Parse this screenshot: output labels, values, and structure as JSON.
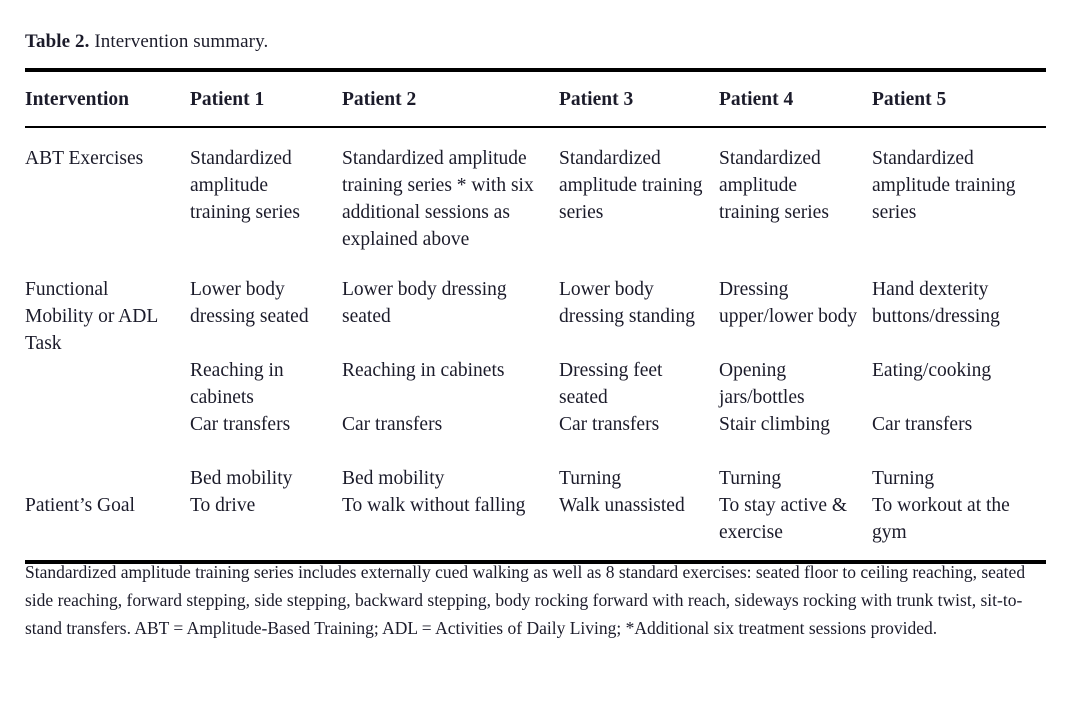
{
  "caption": {
    "label": "Table 2.",
    "text": " Intervention summary."
  },
  "table": {
    "columns": [
      "Intervention",
      "Patient 1",
      "Patient 2",
      "Patient 3",
      "Patient 4",
      "Patient 5"
    ],
    "rows": [
      {
        "header": "ABT Exercises",
        "cells": [
          "Standardized amplitude training series",
          "Standardized amplitude training series * with six additional sessions as explained above",
          "Standardized amplitude training series",
          "Standardized amplitude training series",
          "Standardized amplitude training series"
        ]
      },
      {
        "header": "Functional Mobility or ADL Task",
        "items": [
          [
            "Lower body dressing seated",
            "Reaching in cabinets",
            "Car transfers",
            "Bed mobility"
          ],
          [
            "Lower body dressing seated",
            "Reaching in cabinets",
            "Car transfers",
            "Bed mobility"
          ],
          [
            "Lower body dressing standing",
            "Dressing feet seated",
            "Car transfers",
            "Turning"
          ],
          [
            "Dressing upper/lower body",
            "Opening jars/bottles",
            "Stair climbing",
            "Turning"
          ],
          [
            "Hand dexterity buttons/dressing",
            "Eating/cooking",
            "Car transfers",
            "Turning"
          ]
        ]
      },
      {
        "header": "Patient’s Goal",
        "cells": [
          "To drive",
          "To walk without falling",
          "Walk unassisted",
          "To stay active & exercise",
          "To workout at the gym"
        ]
      }
    ]
  },
  "footnote": "Standardized amplitude training series includes externally cued walking as well as 8 standard exercises: seated floor to ceiling reaching, seated side reaching, forward stepping, side stepping, backward stepping, body rocking forward with reach, sideways rocking with trunk twist, sit-to-stand transfers. ABT = Amplitude-Based Training; ADL = Activities of Daily Living; *Additional six treatment sessions provided.",
  "colors": {
    "text": "#1b1b2a",
    "rule": "#000000",
    "background": "#ffffff"
  }
}
